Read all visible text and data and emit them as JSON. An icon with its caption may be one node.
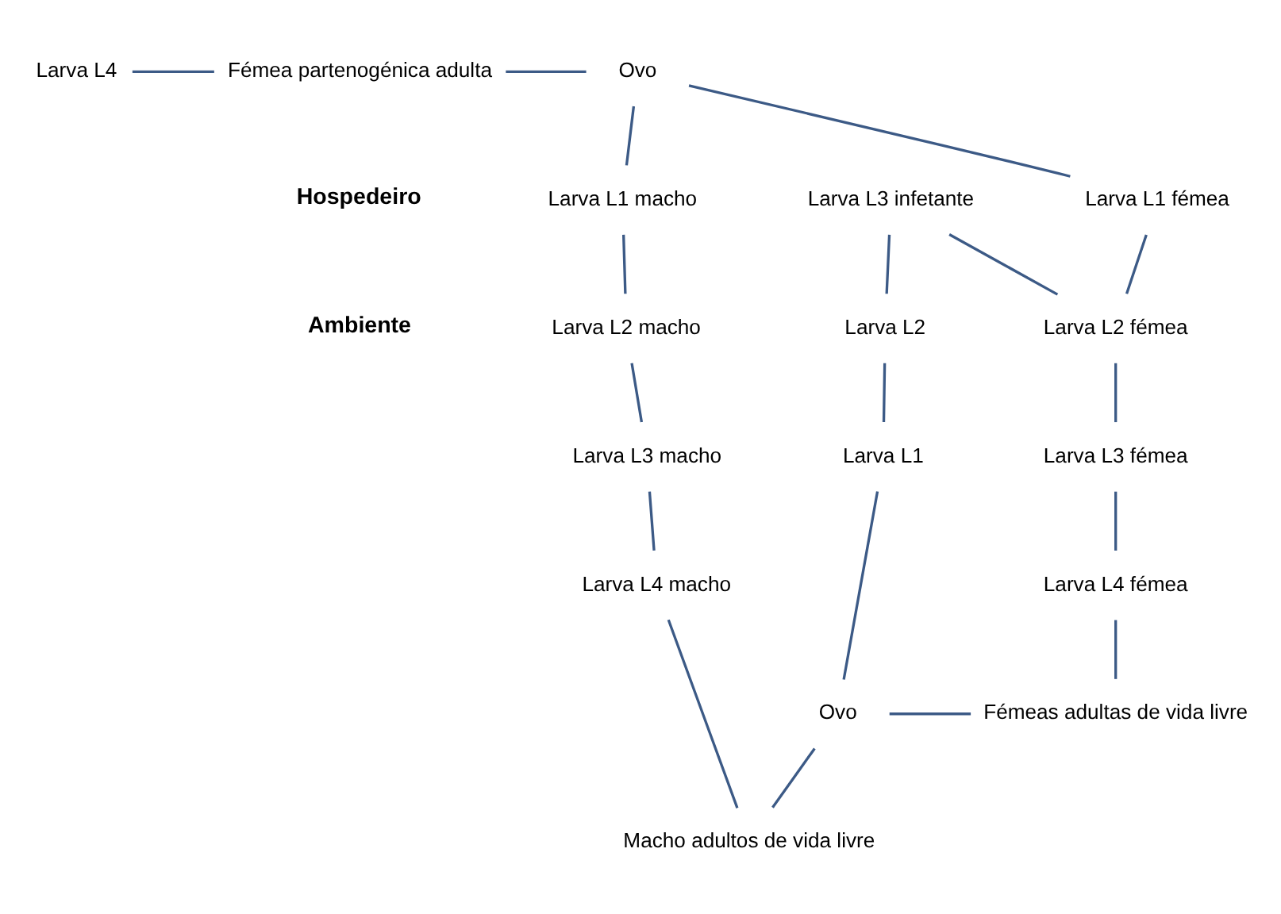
{
  "diagram": {
    "nodes": [
      {
        "text": [
          "Fémea partenogénica adulta"
        ]
      },
      {
        "text": [
          "Larva L4"
        ]
      },
      {
        "text": [
          "Ovo"
        ]
      },
      {
        "text": [
          "Larva L3 infetante"
        ]
      },
      {
        "text": [
          "Larva L1 fémea"
        ]
      },
      {
        "text": [
          "Larva L1 macho"
        ]
      },
      {
        "text": [
          "Larva L2"
        ]
      },
      {
        "text": [
          "Larva L2 fémea"
        ]
      },
      {
        "text": [
          "Larva L2 macho"
        ]
      },
      {
        "text": [
          "Larva L1"
        ]
      },
      {
        "text": [
          "Larva L3 fémea"
        ]
      },
      {
        "text": [
          "Larva L3 macho"
        ]
      },
      {
        "text": [
          "Larva L4 fémea"
        ]
      },
      {
        "text": [
          "Larva L4 macho"
        ]
      },
      {
        "text": [
          "Ovo"
        ]
      },
      {
        "text": [
          "Fémeas adultas de vida livre"
        ]
      },
      {
        "text": [
          "Macho adultos de vida livre"
        ]
      }
    ],
    "edges": [
      {
        "from": 1,
        "to": 0,
        "arrow": "none"
      },
      {
        "from": 0,
        "to": 2,
        "arrow": "none"
      },
      {
        "from": 2,
        "to": 4,
        "arrow": "none"
      },
      {
        "from": 2,
        "to": 5,
        "arrow": "none"
      },
      {
        "from": 3,
        "to": 6,
        "arrow": "none"
      },
      {
        "from": 3,
        "to": 7,
        "arrow": "none"
      },
      {
        "from": 4,
        "to": 7,
        "arrow": "none"
      },
      {
        "from": 5,
        "to": 8,
        "arrow": "none"
      },
      {
        "from": 6,
        "to": 9,
        "arrow": "none"
      },
      {
        "from": 7,
        "to": 10,
        "arrow": "none"
      },
      {
        "from": 8,
        "to": 11,
        "arrow": "none"
      },
      {
        "from": 10,
        "to": 12,
        "arrow": "none"
      },
      {
        "from": 11,
        "to": 13,
        "arrow": "none"
      },
      {
        "from": 9,
        "to": 14,
        "arrow": "none"
      },
      {
        "from": 14,
        "to": 15,
        "arrow": "none"
      },
      {
        "from": 12,
        "to": 15,
        "arrow": "none"
      },
      {
        "from": 14,
        "to": 16,
        "arrow": "none"
      },
      {
        "from": 13,
        "to": 16,
        "arrow": "none"
      }
    ],
    "labels": [
      "Hospedeiro",
      "Ambiente"
    ]
  }
}
